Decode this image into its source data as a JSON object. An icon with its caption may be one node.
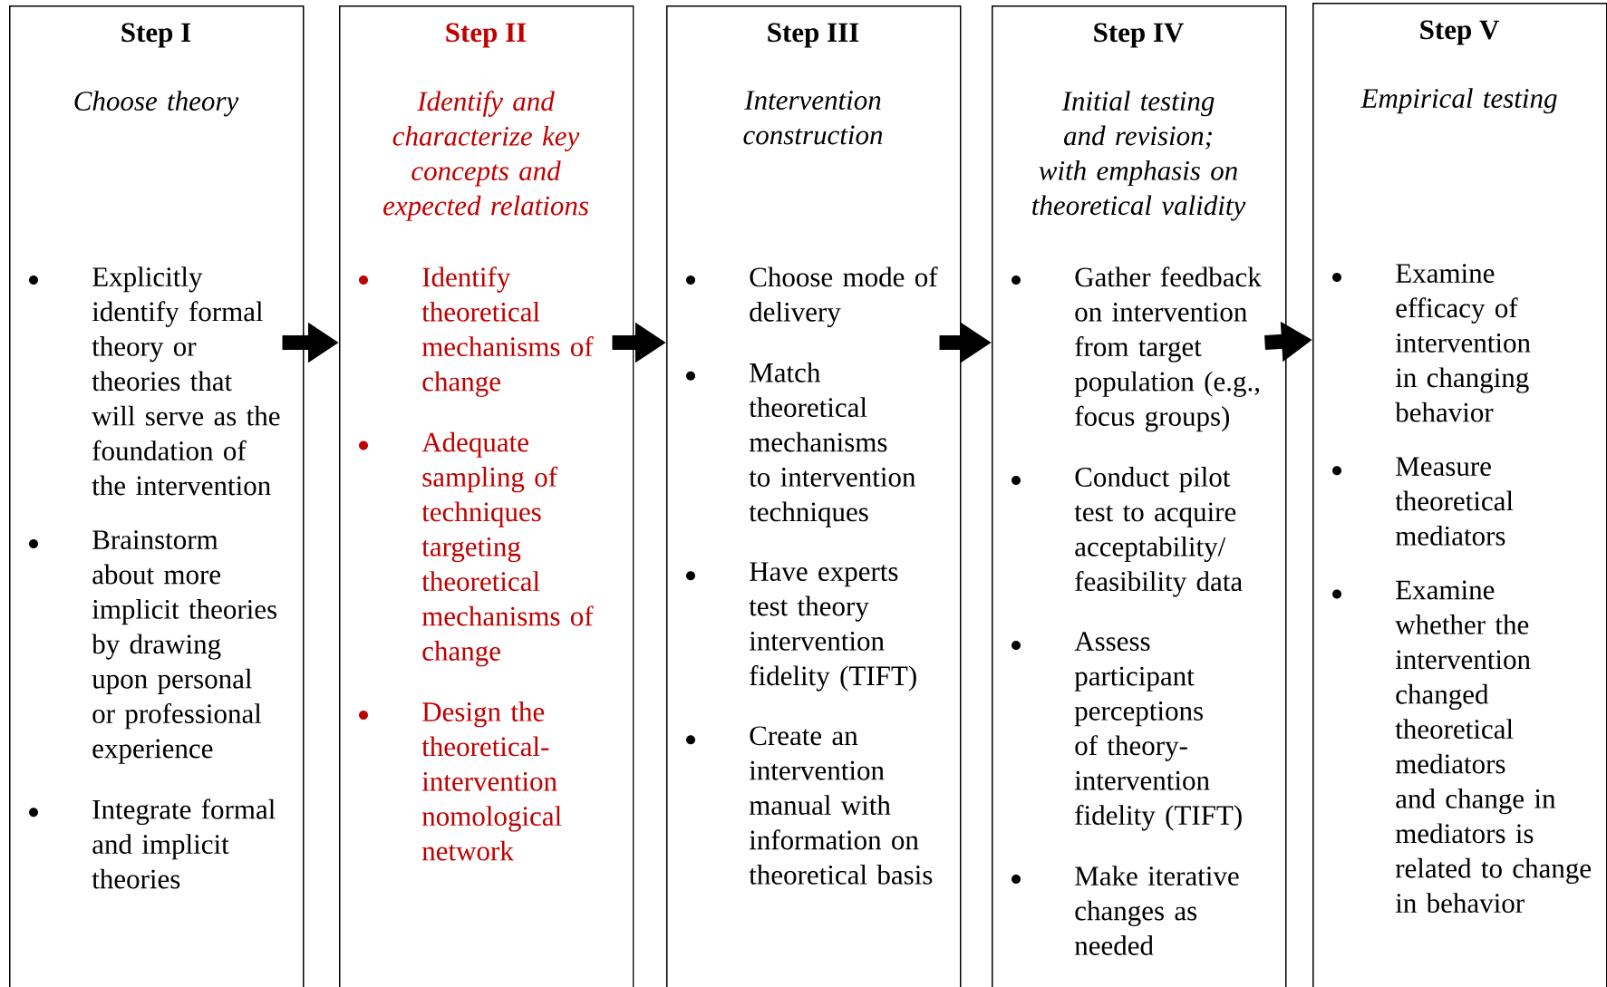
{
  "diagram": {
    "nodes": [
      {
        "text": [
          "Step I",
          "Choose theory",
          "Explicitly identify formal theory or theories that will serve as the foundation of the intervention",
          "Brainstorm about more implicit theories by drawing upon personal or professional experience",
          "Integrate formal and implicit theories"
        ]
      },
      {
        "text": [
          "Step II",
          "Identify and characterize key concepts and expected relations",
          "Identify theoretical mechanisms of change",
          "Adequate sampling of techniques targeting theoretical mechanisms of change",
          "Design the theoretical-intervention nomological network"
        ]
      },
      {
        "text": [
          "Step III",
          "Intervention construction",
          "Choose mode of delivery",
          "Match theoretical mechanisms to intervention techniques",
          "Have experts test theory intervention fidelity (TIFT)",
          "Create an intervention manual with information on theoretical basis"
        ]
      },
      {
        "text": [
          "Step IV",
          "Initial testing and revision; with emphasis on theoretical validity",
          "Gather feedback on intervention from target population (e.g., focus groups)",
          "Conduct pilot test to acquire acceptability/ feasibility data",
          "Assess participant perceptions of theory-intervention fidelity (TIFT)",
          "Make iterative changes as needed"
        ]
      },
      {
        "text": [
          "Step V",
          "Empirical testing",
          "Examine efficacy of intervention in changing behavior",
          "Measure theoretical mediators",
          "Examine whether the intervention changed theoretical mediators and change in mediators is related to change in behavior"
        ]
      }
    ],
    "edges": [
      {
        "from": 0,
        "to": 1,
        "arrow": "to"
      },
      {
        "from": 1,
        "to": 2,
        "arrow": "to"
      },
      {
        "from": 2,
        "to": 3,
        "arrow": "to"
      },
      {
        "from": 3,
        "to": 4,
        "arrow": "to"
      }
    ]
  }
}
